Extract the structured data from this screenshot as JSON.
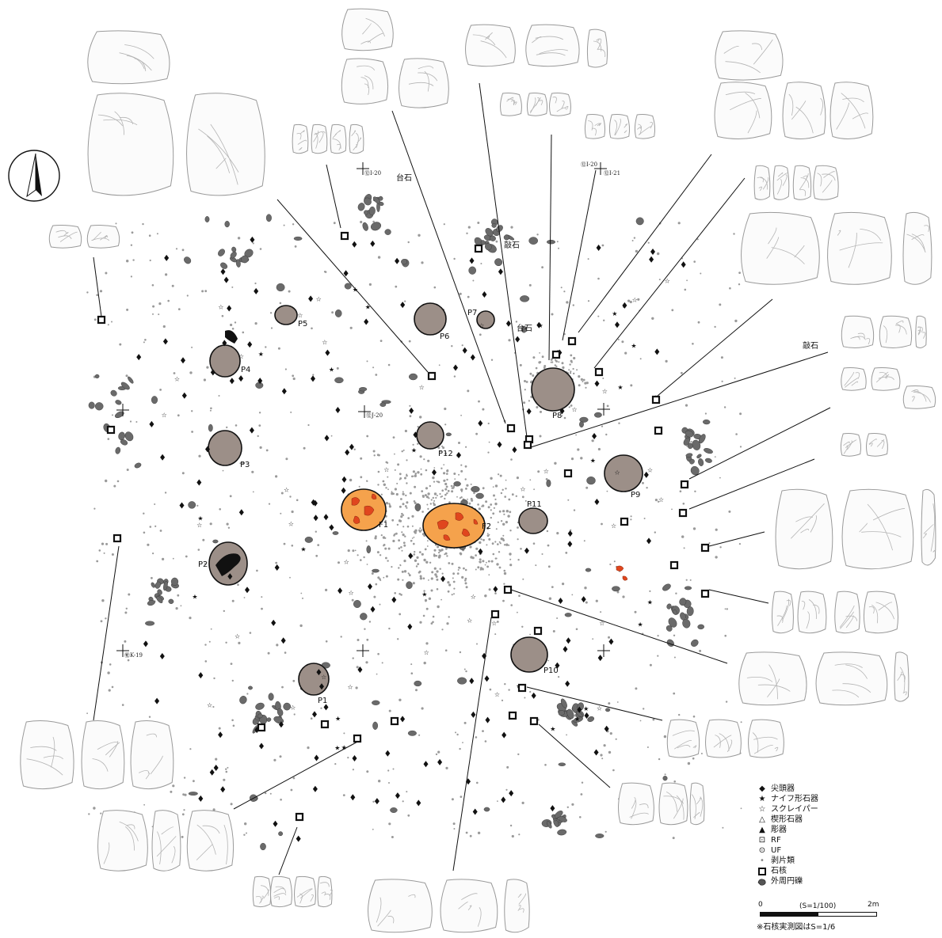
{
  "map": {
    "pits": [
      "P1",
      "P2",
      "P3",
      "P4",
      "P5",
      "P6",
      "P7",
      "P8",
      "P9",
      "P10",
      "P11",
      "P12"
    ],
    "hearths": [
      "F1",
      "F2"
    ],
    "grid_labels": [
      "⑫I-20",
      "⑫I-20",
      "⑫I-21",
      "⑫J-20",
      "⑫K-19"
    ],
    "place_labels": [
      "台石",
      "敲石",
      "台石",
      "敲石"
    ]
  },
  "legend": {
    "items": [
      {
        "symbol": "diamond-icon",
        "label": "尖頭器"
      },
      {
        "symbol": "star-filled-icon",
        "label": "ナイフ形石器"
      },
      {
        "symbol": "star-outline-icon",
        "label": "スクレイパー"
      },
      {
        "symbol": "triangle-outline-icon",
        "label": "楔形石器"
      },
      {
        "symbol": "triangle-filled-icon",
        "label": "彫器"
      },
      {
        "symbol": "dotted-square-icon",
        "label": "RF"
      },
      {
        "symbol": "circle-dot-icon",
        "label": "UF"
      },
      {
        "symbol": "small-dot-icon",
        "label": "剥片類"
      },
      {
        "symbol": "hollow-square-icon",
        "label": "石核"
      },
      {
        "symbol": "pebble-icon",
        "label": "外周円礫"
      }
    ]
  },
  "scale": {
    "start": "0",
    "ratio": "(S=1/100)",
    "end": "2m",
    "note": "※石核実測図はS=1/6"
  },
  "colors": {
    "pit_fill": "#9c8f88",
    "hearth_fill": "#f5a24c",
    "hearth_spot": "#e0461e",
    "pebble": "#6a6a6a",
    "ink": "#111111"
  }
}
